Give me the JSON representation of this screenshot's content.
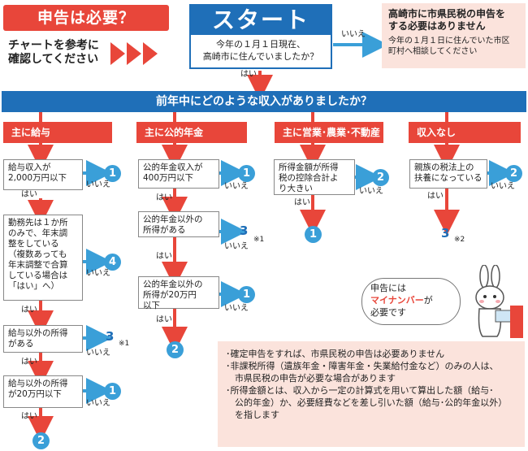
{
  "title": "申告は必要？",
  "intro": [
    "チャートを参考に",
    "確認してください"
  ],
  "start": {
    "label": "スタート",
    "question": [
      "今年の１月１日現在、",
      "高崎市に住んでいましたか？"
    ]
  },
  "no_path": {
    "label": "いいえ",
    "title": [
      "高崎市に市県民税の申告を",
      "する必要はありません"
    ],
    "detail": [
      "今年の１月１日に住んでいた市区",
      "町村へ相談してください"
    ]
  },
  "yes_label": "はい",
  "no_label": "いいえ",
  "banner": "前年中にどのような収入がありましたか？",
  "columns": [
    {
      "category": "主に給与",
      "questions": [
        {
          "text": [
            "給与収入が",
            "2,000万円以下"
          ],
          "no": "1"
        },
        {
          "text": [
            "勤務先は１か所",
            "のみで、年末調",
            "整をしている",
            "（複数あっても",
            "年末調整で合算",
            "している場合は",
            "「はい」へ）"
          ],
          "no": "4"
        },
        {
          "text": [
            "給与以外の所得",
            "がある"
          ],
          "yes": "3",
          "yes_note": "※1"
        },
        {
          "text": [
            "給与以外の所得",
            "が20万円以下"
          ],
          "no": "1"
        }
      ],
      "end": "2"
    },
    {
      "category": "主に公的年金",
      "questions": [
        {
          "text": [
            "公的年金収入が",
            "400万円以下"
          ],
          "no": "1"
        },
        {
          "text": [
            "公的年金以外の",
            "所得がある"
          ],
          "yes": "3",
          "yes_note": "※1"
        },
        {
          "text": [
            "公的年金以外の",
            "所得が20万円",
            "以下"
          ],
          "no": "1"
        }
      ],
      "end": "2"
    },
    {
      "category": "主に営業･農業･不動産",
      "questions": [
        {
          "text": [
            "所得金額が所得",
            "税の控除合計よ",
            "り大きい"
          ],
          "no": "2"
        }
      ],
      "end": "1"
    },
    {
      "category": "収入なし",
      "questions": [
        {
          "text": [
            "親族の税法上の",
            "扶養になっている"
          ],
          "no": "2"
        }
      ],
      "end": "3",
      "end_note": "※2"
    }
  ],
  "bubble": {
    "line1": "申告には",
    "line2": "マイナンバー",
    "line2_suffix": "が",
    "line3": "必要です"
  },
  "notes": [
    "･確定申告をすれば、市県民税の申告は必要ありません",
    "･非課税所得（遺族年金・障害年金・失業給付金など）のみの人は、",
    "　市県民税の申告が必要な場合があります",
    "･所得金額とは、収入から一定の計算式を用いて算出した額（給与･",
    "　公的年金）か、必要経費などを差し引いた額（給与･公的年金以外）",
    "　を指します"
  ],
  "colors": {
    "red": "#e8463a",
    "blue": "#1f6fb8",
    "circle": "#3a9fd8",
    "pink": "#fbe3dc"
  },
  "icons": [
    "triangle-arrow-icon",
    "rabbit-mascot-icon"
  ]
}
